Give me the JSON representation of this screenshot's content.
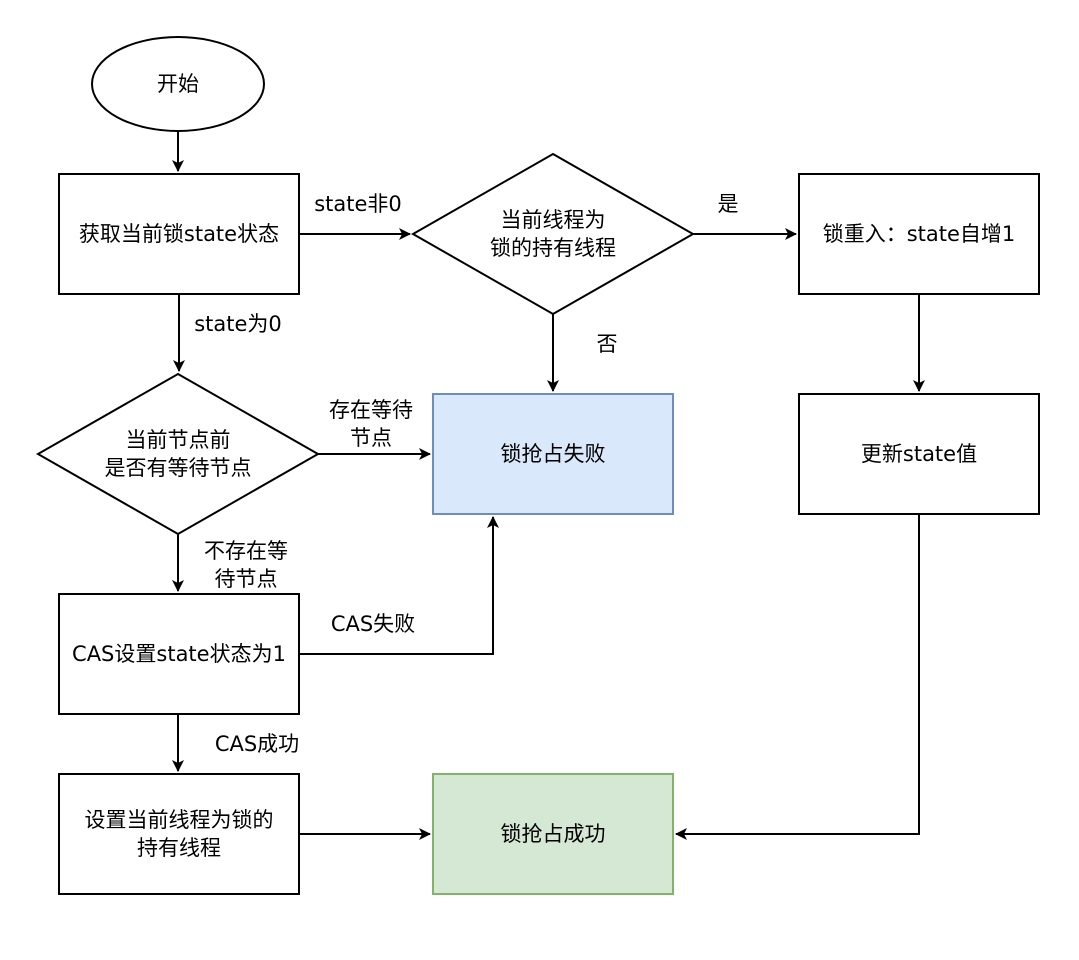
{
  "colors": {
    "stroke": "#000000",
    "fail_fill": "#dae8fc",
    "fail_stroke": "#6c8ebf",
    "success_fill": "#d5e8d4",
    "success_stroke": "#82b366",
    "background": "#ffffff"
  },
  "nodes": {
    "start": "开始",
    "get_state": "获取当前锁state状态",
    "is_holder_line1": "当前线程为",
    "is_holder_line2": "锁的持有线程",
    "reentrant": "锁重入：state自增1",
    "update_state": "更新state值",
    "has_waiting_line1": "当前节点前",
    "has_waiting_line2": "是否有等待节点",
    "lock_fail": "锁抢占失败",
    "cas_set": "CAS设置state状态为1",
    "set_holder_line1": "设置当前线程为锁的",
    "set_holder_line2": "持有线程",
    "lock_success": "锁抢占成功"
  },
  "edge_labels": {
    "state_nonzero": "state非0",
    "yes": "是",
    "no": "否",
    "state_zero": "state为0",
    "waiting_exists_line1": "存在等待",
    "waiting_exists_line2": "节点",
    "no_waiting_line1": "不存在等",
    "no_waiting_line2": "待节点",
    "cas_fail": "CAS失败",
    "cas_success": "CAS成功"
  }
}
